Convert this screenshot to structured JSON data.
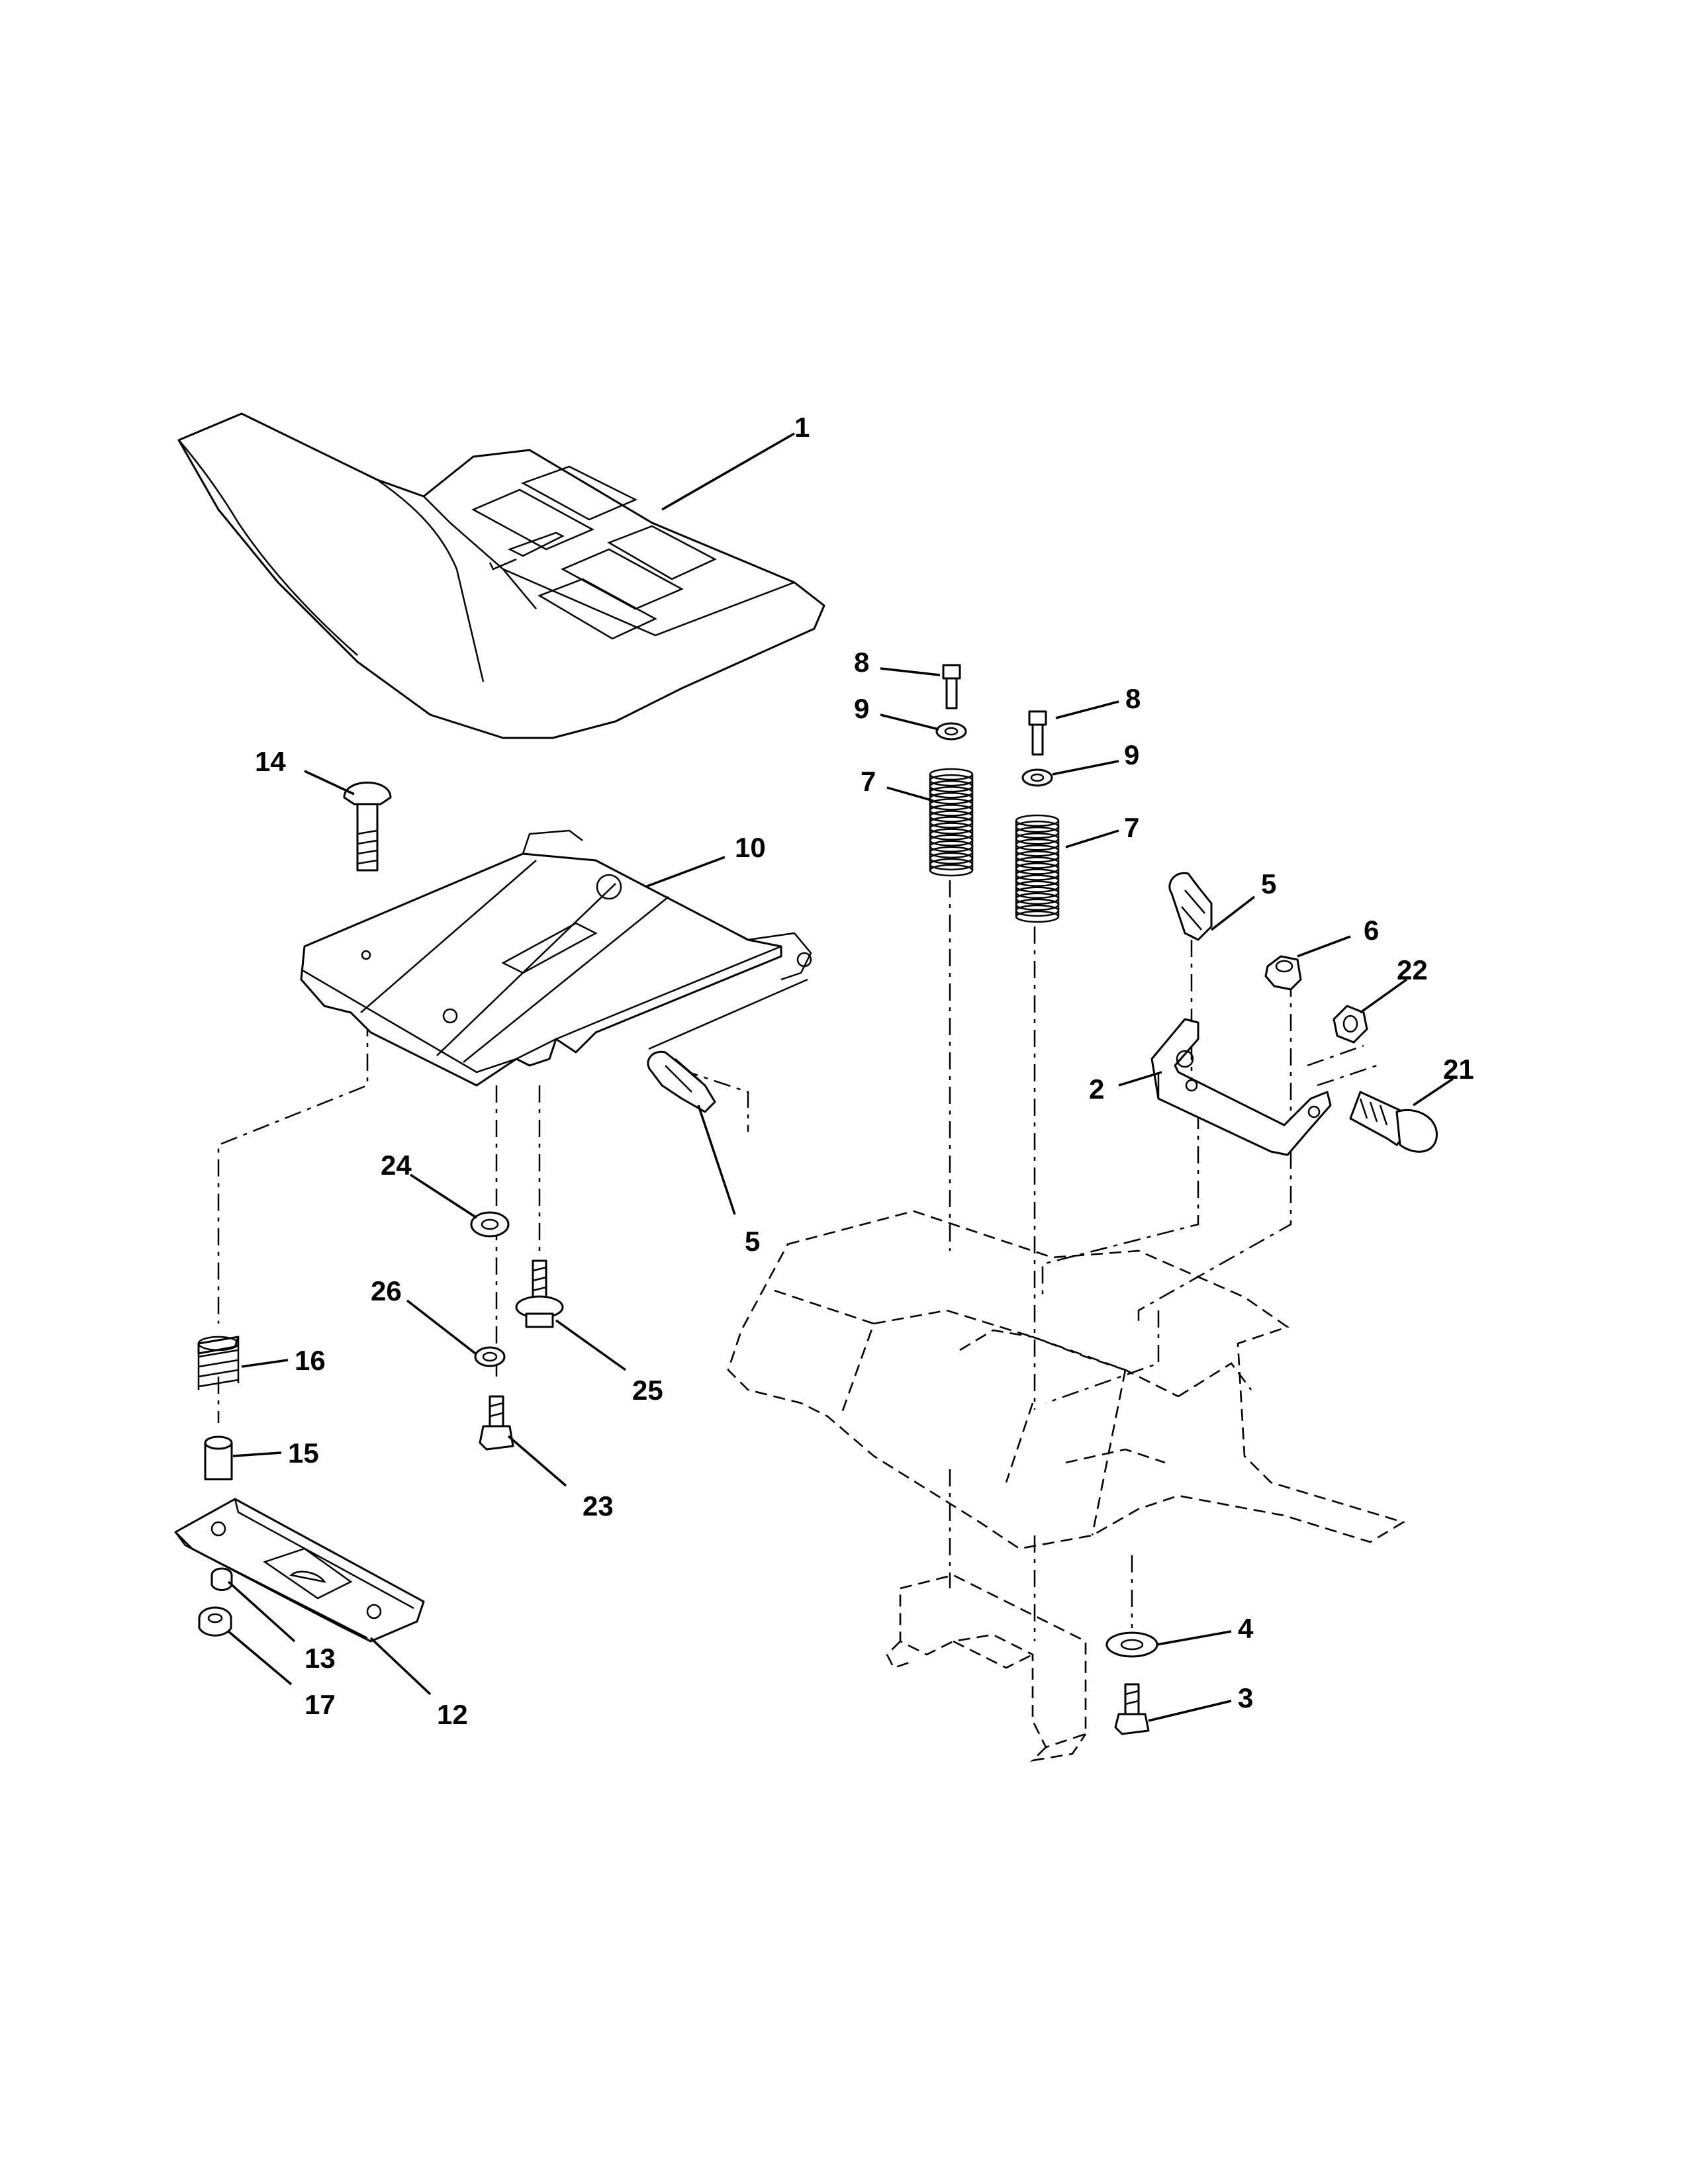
{
  "callouts": {
    "c1": "1",
    "c2": "2",
    "c3": "3",
    "c4": "4",
    "c5a": "5",
    "c5b": "5",
    "c6": "6",
    "c7a": "7",
    "c7b": "7",
    "c8a": "8",
    "c8b": "8",
    "c9a": "9",
    "c9b": "9",
    "c10": "10",
    "c12": "12",
    "c13": "13",
    "c14": "14",
    "c15": "15",
    "c16": "16",
    "c17": "17",
    "c21": "21",
    "c22": "22",
    "c23": "23",
    "c24": "24",
    "c25": "25",
    "c26": "26"
  }
}
